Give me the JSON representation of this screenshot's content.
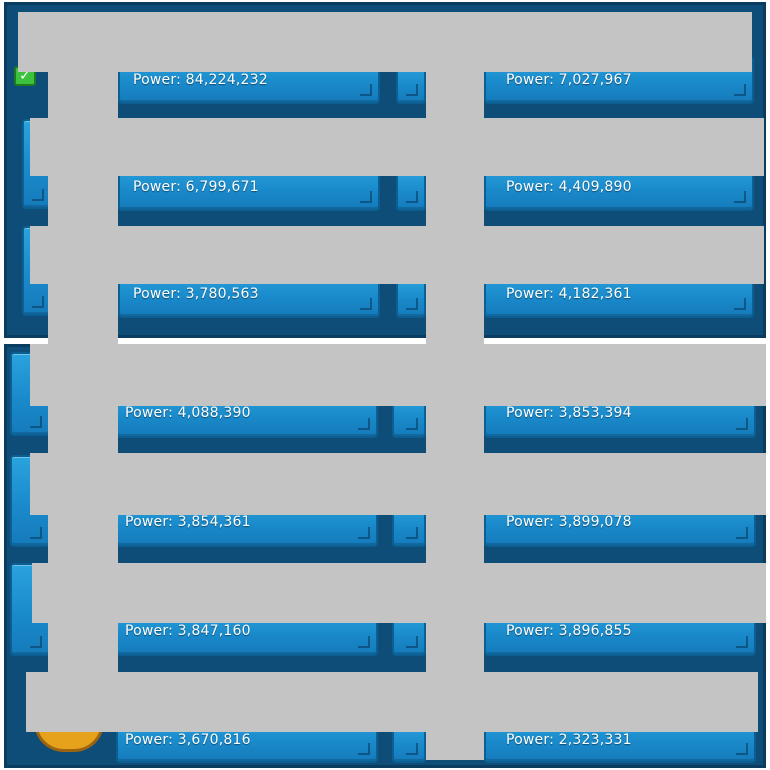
{
  "rows": [
    {
      "left": {
        "power": "Power: 84,224,232"
      },
      "right": {
        "power": "Power: 7,027,967"
      }
    },
    {
      "left": {
        "power": "Power: 6,799,671"
      },
      "right": {
        "power": "Power: 4,409,890"
      }
    },
    {
      "left": {
        "power": "Power: 3,780,563"
      },
      "right": {
        "power": "Power: 4,182,361"
      }
    },
    {
      "left": {
        "power": "Power: 4,088,390"
      },
      "right": {
        "power": "Power: 3,853,394"
      }
    },
    {
      "left": {
        "power": "Power: 3,854,361"
      },
      "right": {
        "power": "Power: 3,899,078"
      }
    },
    {
      "left": {
        "power": "Power: 3,847,160"
      },
      "right": {
        "power": "Power: 3,896,855"
      }
    },
    {
      "left": {
        "power": "Power: 3,670,816"
      },
      "right": {
        "power": "Power: 2,323,331"
      }
    }
  ],
  "icons": {
    "selected": "checkmark-icon",
    "rank": "rank-badge-icon"
  },
  "colors": {
    "panel": "#0d4d78",
    "card": "#1a8acb",
    "redaction": "#c4c4c4",
    "check": "#3cc23c"
  }
}
